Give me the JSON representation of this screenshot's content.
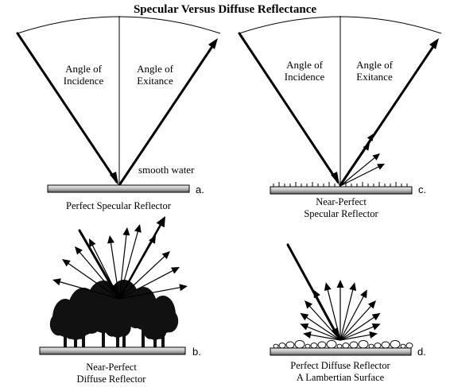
{
  "title": "Specular Versus Diffuse Reflectance",
  "panels": {
    "a": {
      "angle_incidence": [
        "Angle of",
        "Incidence"
      ],
      "angle_exitance": [
        "Angle of",
        "Exitance"
      ],
      "surface_note": "smooth water",
      "letter": "a.",
      "caption": [
        "Perfect Specular Reflector"
      ]
    },
    "b": {
      "letter": "b.",
      "caption": [
        "Near-Perfect",
        "Diffuse Reflector"
      ]
    },
    "c": {
      "angle_incidence": [
        "Angle of",
        "Incidence"
      ],
      "angle_exitance": [
        "Angle of",
        "Exitance"
      ],
      "letter": "c.",
      "caption": [
        "Near-Perfect",
        "Specular Reflector"
      ]
    },
    "d": {
      "letter": "d.",
      "caption": [
        "Perfect Diffuse Reflector",
        "A Lambertian Surface"
      ]
    }
  },
  "colors": {
    "ink": "#000000",
    "surface_top": "#e8e8e8",
    "surface_bottom": "#6a6a6a",
    "tree": "#111111"
  }
}
